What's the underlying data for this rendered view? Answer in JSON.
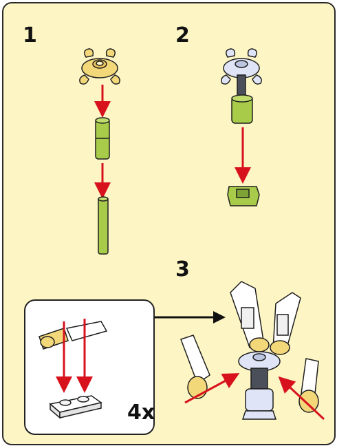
{
  "steps": [
    {
      "number": "1"
    },
    {
      "number": "2"
    },
    {
      "number": "3"
    }
  ],
  "callout": {
    "multiplier": "4x"
  },
  "colors": {
    "background": "#fdf5c4",
    "arrow_red": "#d8121c",
    "part_yellow": "#f3d87a",
    "part_lime": "#a8cc4a",
    "part_lightblue": "#dfe5f6",
    "part_white": "#ffffff",
    "outline": "#1e1e1e"
  },
  "icons": [
    "red-arrow-down",
    "black-arrow-right",
    "red-arrow-diagonal"
  ]
}
